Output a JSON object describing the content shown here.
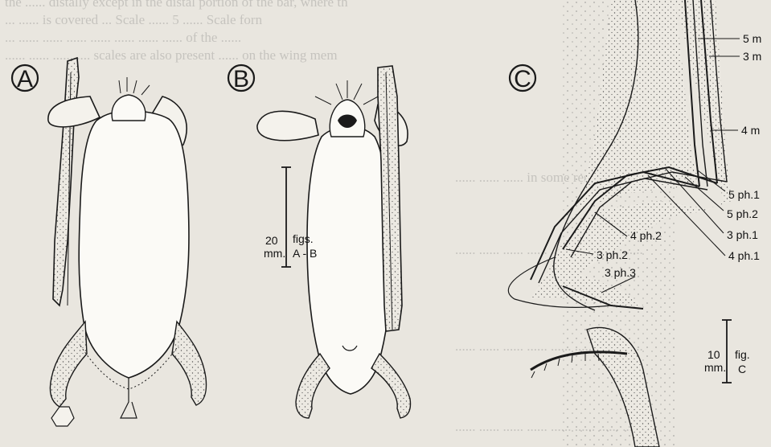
{
  "background_text": [
    "the ...... distally except in the distal portion of the bar, where th",
    "... ...... is covered ... Scale ...... 5 ...... Scale forn",
    "... ...... ...... ...... ...... ...... ...... ...... of the ......",
    "...... ...... ...... .... scales are also present ...... on the wing mem",
    "...... ...... ...... in some respects ...... ......",
    "...... ...... ...... ...... ...... ...... ...... ......",
    "...... ...... ...... ...... ...... ...... ...... ......",
    "...... ...... ...... ...... ...... ...... ...... ......"
  ],
  "panels": {
    "a": {
      "letter": "A"
    },
    "b": {
      "letter": "B"
    },
    "c": {
      "letter": "C"
    }
  },
  "scale_ab": {
    "value": "20",
    "unit": "mm.",
    "figs": "figs.",
    "figs_ref": "A - B"
  },
  "scale_c": {
    "value": "10",
    "unit": "mm.",
    "fig": "fig.",
    "fig_ref": "C"
  },
  "labels_c": {
    "m5": "5 m",
    "m3": "3 m",
    "m4": "4 m",
    "ph5_1": "5 ph.1",
    "ph5_2": "5 ph.2",
    "ph3_1": "3 ph.1",
    "ph4_1": "4 ph.1",
    "ph4_2": "4 ph.2",
    "ph3_2": "3 ph.2",
    "ph3_3": "3 ph.3"
  }
}
